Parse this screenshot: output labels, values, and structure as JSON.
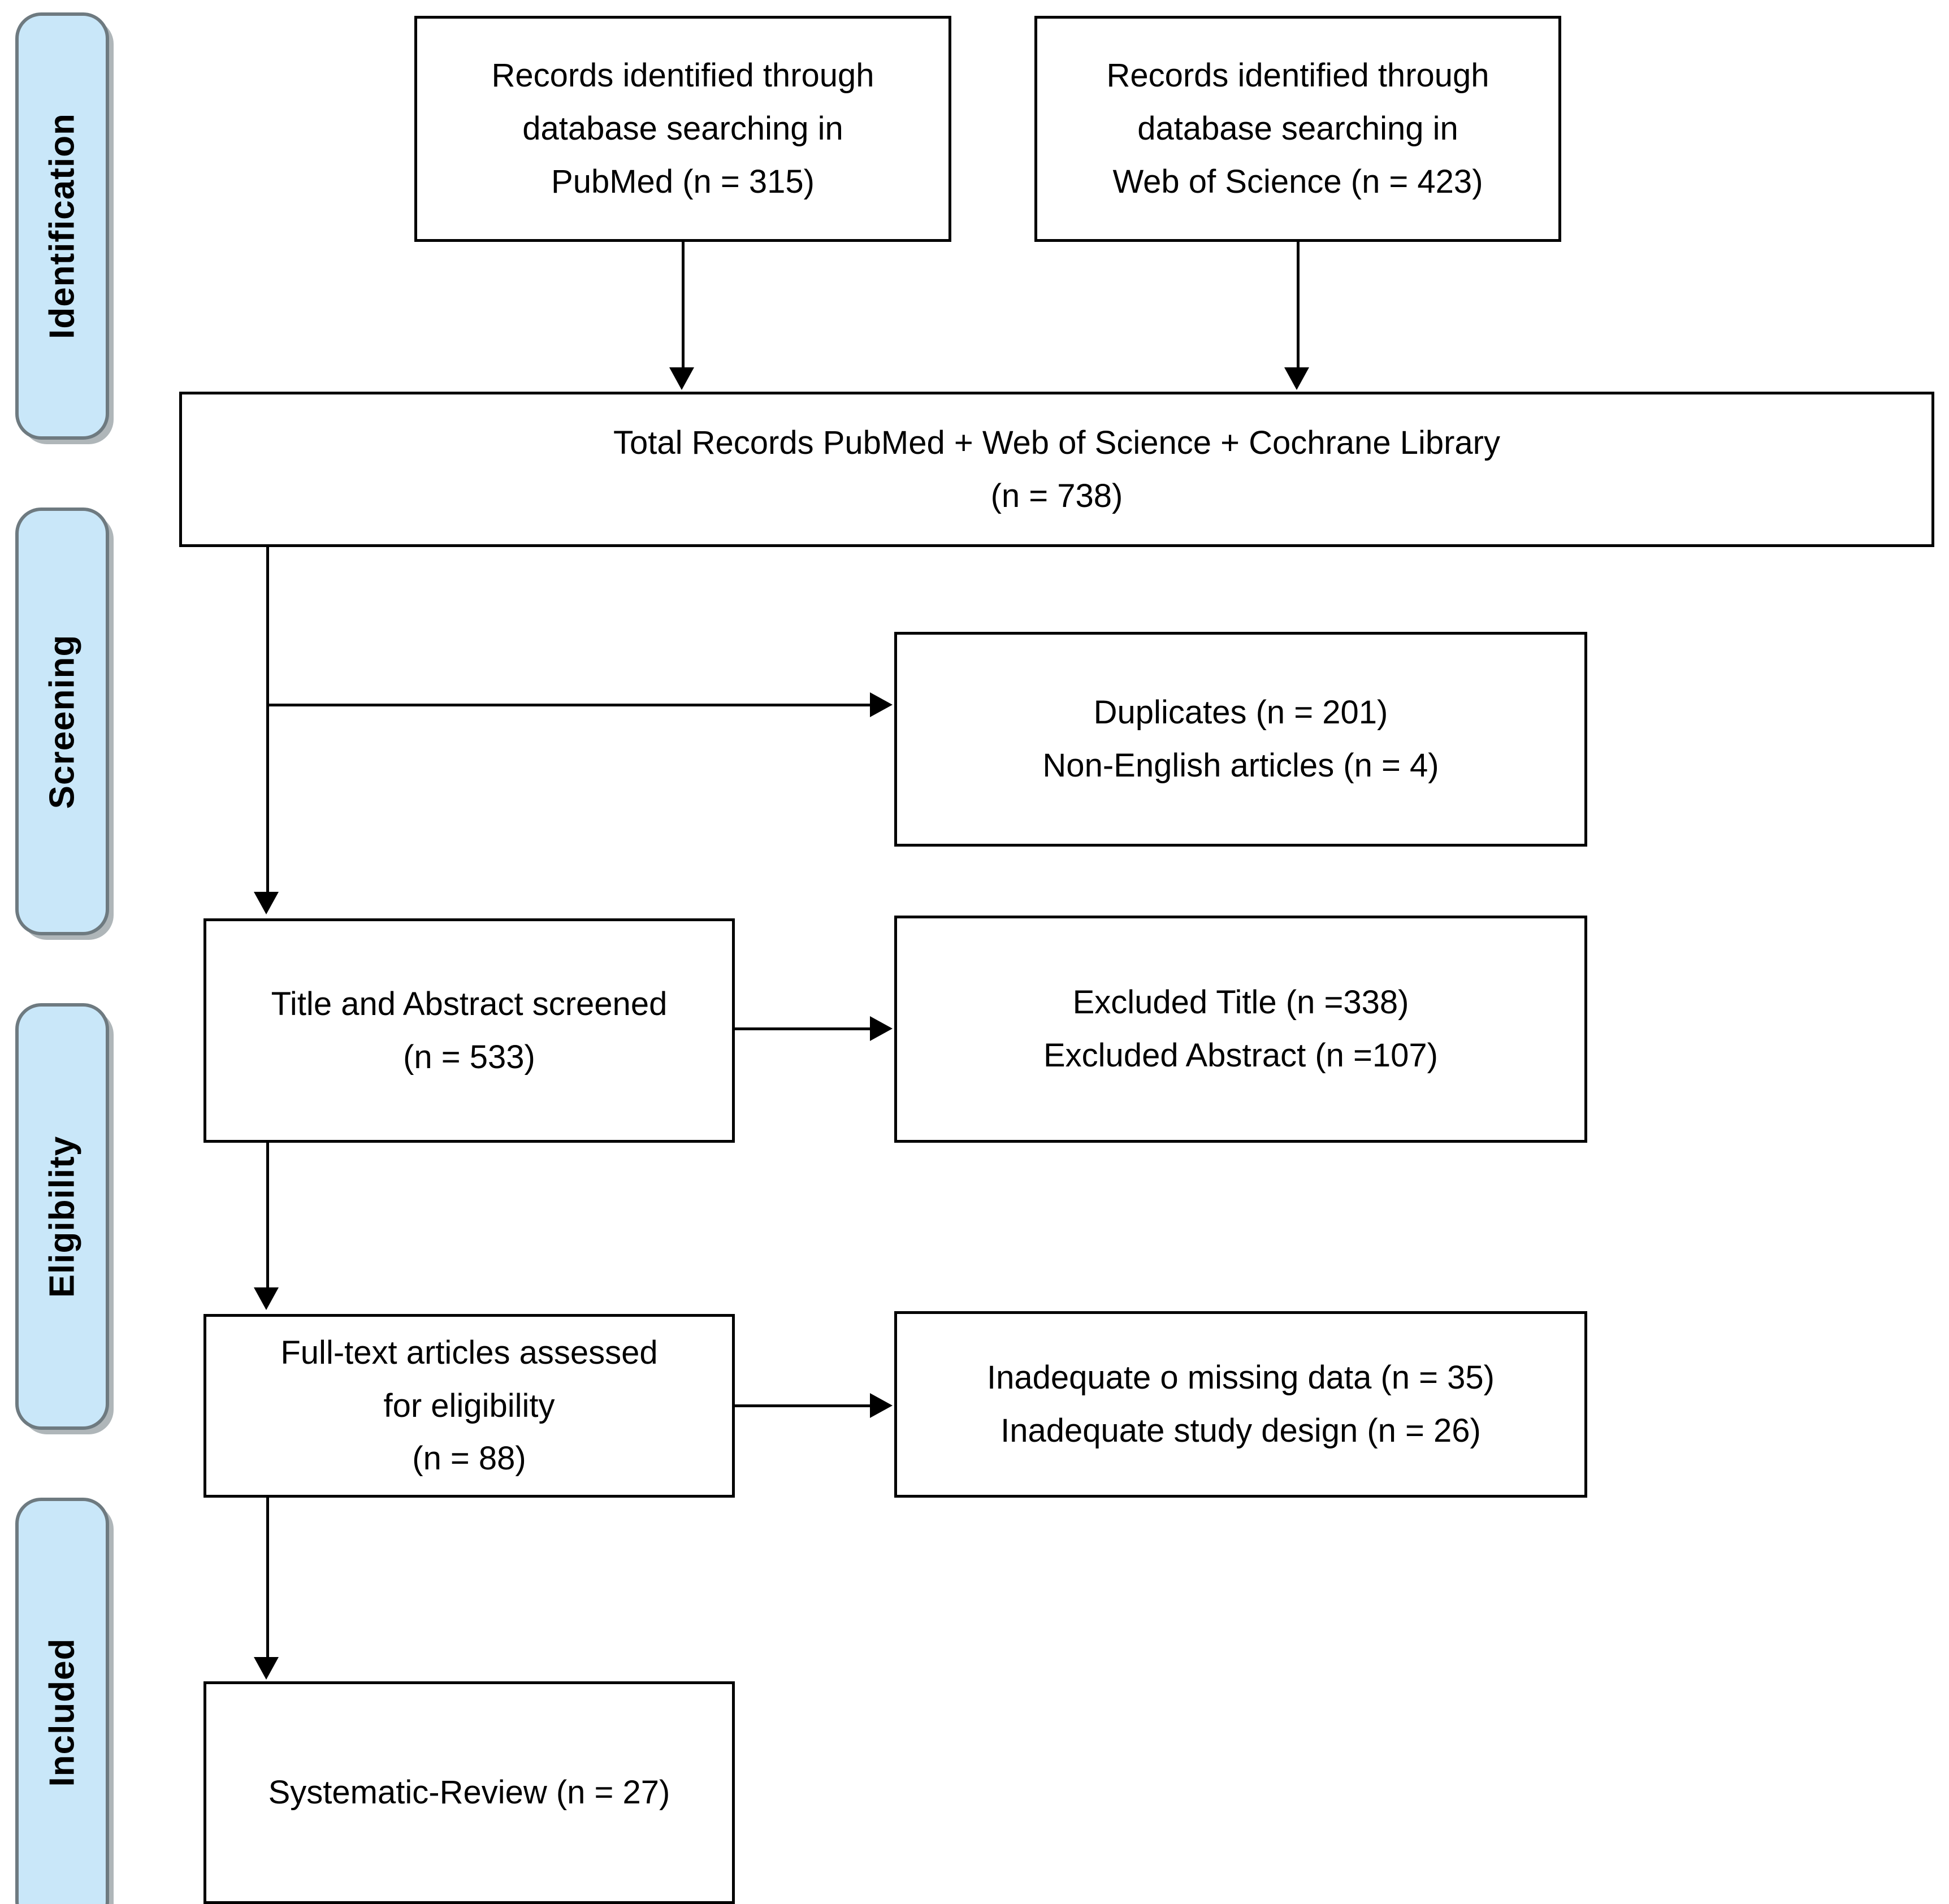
{
  "diagram": {
    "type": "prisma-flow-diagram",
    "accent_color": "#c9e7f9",
    "border_color": "#6e7a80",
    "line_color": "#000000"
  },
  "stages": [
    {
      "label": "Identification"
    },
    {
      "label": "Screening"
    },
    {
      "label": "Eligibility"
    },
    {
      "label": "Included"
    }
  ],
  "boxes": {
    "pubmed": {
      "l1": "Records identified through",
      "l2": "database searching in",
      "l3": "PubMed (n = 315)"
    },
    "wos": {
      "l1": "Records identified through",
      "l2": "database searching in",
      "l3": "Web of Science (n = 423)"
    },
    "total_records": {
      "l1": "Total Records PubMed + Web of Science + Cochrane Library",
      "l2": "(n = 738)"
    },
    "duplicates": {
      "l1": "Duplicates (n = 201)",
      "l2": "Non-English articles (n = 4)"
    },
    "title_abstract": {
      "l1": "Title and Abstract screened",
      "l2": "(n = 533)"
    },
    "excluded_title_abstract": {
      "l1": "Excluded Title (n =338)",
      "l2": "Excluded Abstract (n =107)"
    },
    "fulltext": {
      "l1": "Full-text articles assessed",
      "l2": "for eligibility",
      "l3": "(n = 88)"
    },
    "excluded_fulltext": {
      "l1": "Inadequate o missing data (n = 35)",
      "l2": "Inadequate study design (n = 26)"
    },
    "systematic_review": {
      "l1": "Systematic-Review (n = 27)"
    }
  },
  "chart_data": {
    "type": "diagram",
    "title": "PRISMA flow diagram",
    "nodes": [
      {
        "id": "pubmed",
        "stage": "Identification",
        "label": "Records identified through database searching in PubMed",
        "n": 315
      },
      {
        "id": "wos",
        "stage": "Identification",
        "label": "Records identified through database searching in Web of Science",
        "n": 423
      },
      {
        "id": "total",
        "stage": "Identification",
        "label": "Total Records PubMed + Web of Science + Cochrane Library",
        "n": 738
      },
      {
        "id": "dupes",
        "stage": "Screening",
        "label": "Duplicates",
        "n": 201
      },
      {
        "id": "nonengl",
        "stage": "Screening",
        "label": "Non-English articles",
        "n": 4
      },
      {
        "id": "screened",
        "stage": "Screening",
        "label": "Title and Abstract screened",
        "n": 533
      },
      {
        "id": "exc_title",
        "stage": "Eligibility",
        "label": "Excluded Title",
        "n": 338
      },
      {
        "id": "exc_abs",
        "stage": "Eligibility",
        "label": "Excluded Abstract",
        "n": 107
      },
      {
        "id": "fulltext",
        "stage": "Eligibility",
        "label": "Full-text articles assessed for eligibility",
        "n": 88
      },
      {
        "id": "exc_data",
        "stage": "Eligibility",
        "label": "Inadequate o missing data",
        "n": 35
      },
      {
        "id": "exc_des",
        "stage": "Eligibility",
        "label": "Inadequate study design",
        "n": 26
      },
      {
        "id": "review",
        "stage": "Included",
        "label": "Systematic-Review",
        "n": 27
      }
    ],
    "edges": [
      {
        "from": "pubmed",
        "to": "total"
      },
      {
        "from": "wos",
        "to": "total"
      },
      {
        "from": "total",
        "to": "dupes"
      },
      {
        "from": "total",
        "to": "screened"
      },
      {
        "from": "screened",
        "to": "exc_title"
      },
      {
        "from": "screened",
        "to": "fulltext"
      },
      {
        "from": "fulltext",
        "to": "exc_data"
      },
      {
        "from": "fulltext",
        "to": "review"
      }
    ]
  }
}
